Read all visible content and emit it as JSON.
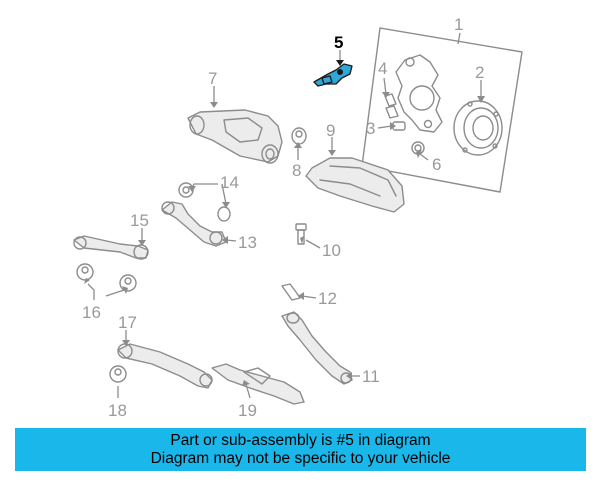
{
  "callouts": {
    "c1": "1",
    "c2": "2",
    "c3": "3",
    "c4": "4",
    "c5": "5",
    "c6": "6",
    "c7": "7",
    "c8": "8",
    "c9": "9",
    "c10": "10",
    "c11": "11",
    "c12": "12",
    "c13": "13",
    "c14": "14",
    "c15": "15",
    "c16": "16",
    "c17": "17",
    "c18": "18",
    "c19": "19"
  },
  "highlighted_part": "5",
  "colors": {
    "banner": "#1ab7ea",
    "highlight": "#2fa8d8",
    "line_art": "#8c8c8c"
  },
  "banner": {
    "line1": "Part or sub-assembly is #5 in diagram",
    "line2": "Diagram may not be specific to your vehicle"
  }
}
